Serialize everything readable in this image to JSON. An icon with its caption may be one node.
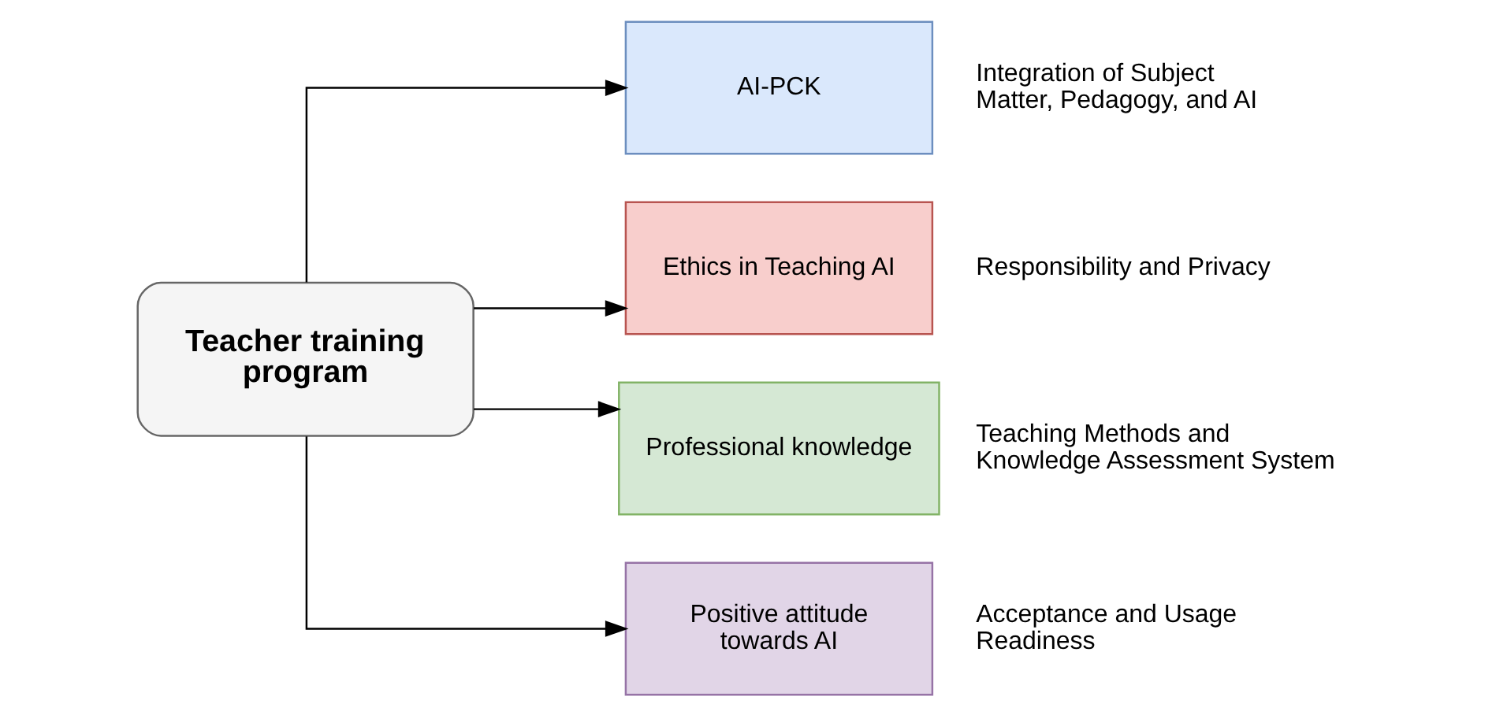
{
  "diagram": {
    "nodes": [
      {
        "text": [
          "Teacher training program"
        ]
      },
      {
        "text": [
          "AI-PCK"
        ],
        "beside": [
          "Integration of Subject Matter, Pedagogy, and AI"
        ]
      },
      {
        "text": [
          "Ethics in Teaching AI"
        ],
        "beside": [
          "Responsibility and Privacy"
        ]
      },
      {
        "text": [
          "Professional knowledge"
        ],
        "beside": [
          "Teaching Methods and Knowledge Assessment System"
        ]
      },
      {
        "text": [
          "Positive attitude towards AI"
        ],
        "beside": [
          "Acceptance and Usage Readiness"
        ]
      }
    ],
    "edges": [
      {
        "from": 0,
        "to": 1,
        "arrow": "to"
      },
      {
        "from": 0,
        "to": 2,
        "arrow": "to"
      },
      {
        "from": 0,
        "to": 3,
        "arrow": "to"
      },
      {
        "from": 0,
        "to": 4,
        "arrow": "to"
      }
    ]
  }
}
